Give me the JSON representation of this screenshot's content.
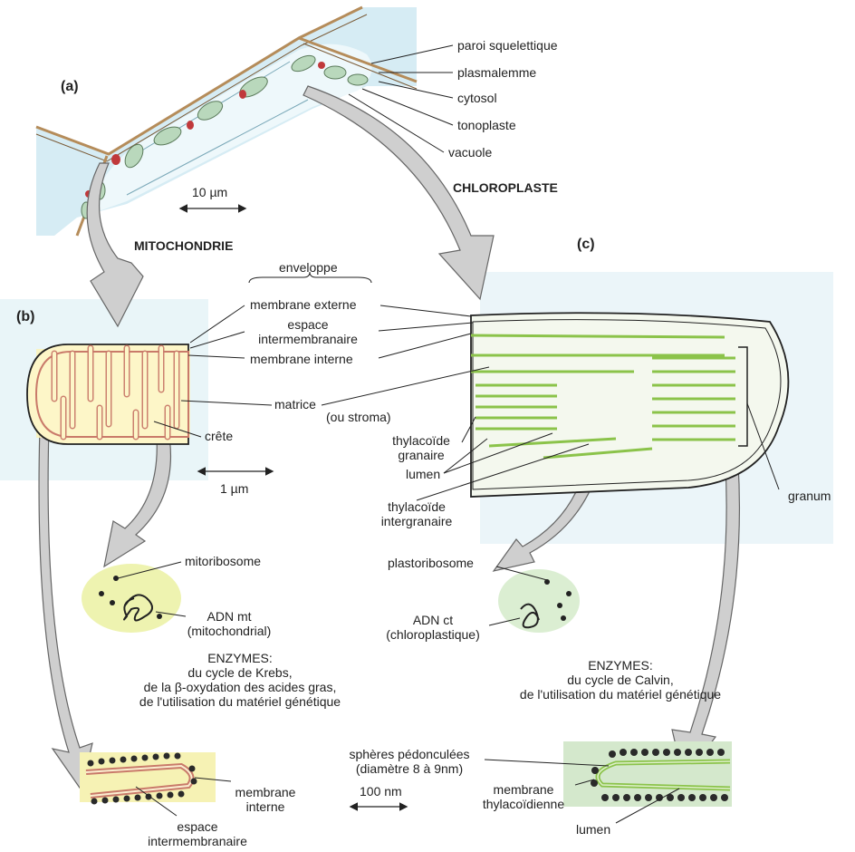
{
  "colors": {
    "cell_wall": "#b58c5a",
    "cytosol_blue": "#d9eef5",
    "organelle_green": "#b9d8bc",
    "mito_red": "#c0393b",
    "mito_fill": "#fbf3b8",
    "mito_membrane": "#c97a6a",
    "thylakoid_green": "#8bc34a",
    "arrow_gray": "#c8c8c8"
  },
  "panels": {
    "a": "(a)",
    "b": "(b)",
    "c": "(c)"
  },
  "cell": {
    "labels": {
      "wall": "paroi squelettique",
      "plasmalemma": "plasmalemme",
      "cytosol": "cytosol",
      "tonoplast": "tonoplaste",
      "vacuole": "vacuole"
    },
    "scale": "10 µm"
  },
  "titles": {
    "mito": "MITOCHONDRIE",
    "chloro": "CHLOROPLASTE"
  },
  "envelope": {
    "title": "enveloppe",
    "outer": "membrane externe",
    "intermembrane_1": "espace",
    "intermembrane_2": "intermembranaire",
    "inner": "membrane interne"
  },
  "middle": {
    "matrix": "matrice",
    "stroma": "(ou stroma)",
    "crest": "crête",
    "scale_mito": "1 µm"
  },
  "chloro_labels": {
    "granal_1": "thylacoïde",
    "granal_2": "granaire",
    "lumen": "lumen",
    "intergranal_1": "thylacoïde",
    "intergranal_2": "intergranaire",
    "granum": "granum"
  },
  "mito_matrix": {
    "ribosome": "mitoribosome",
    "dna_1": "ADN mt",
    "dna_2": "(mitochondrial)",
    "enz_1": "ENZYMES:",
    "enz_2": "du cycle de Krebs,",
    "enz_3": "de la β-oxydation des acides gras,",
    "enz_4": "de l'utilisation du matériel génétique"
  },
  "chloro_stroma": {
    "ribosome": "plastoribosome",
    "dna_1": "ADN ct",
    "dna_2": "(chloroplastique)",
    "enz_1": "ENZYMES:",
    "enz_2": "du cycle de Calvin,",
    "enz_3": "de l'utilisation du matériel génétique"
  },
  "bottom": {
    "spheres_1": "sphères pédonculées",
    "spheres_2": "(diamètre 8 à 9nm)",
    "inner_1": "membrane",
    "inner_2": "interne",
    "space_1": "espace",
    "space_2": "intermembranaire",
    "scale": "100 nm",
    "thyl_1": "membrane",
    "thyl_2": "thylacoïdienne",
    "lumen": "lumen"
  }
}
